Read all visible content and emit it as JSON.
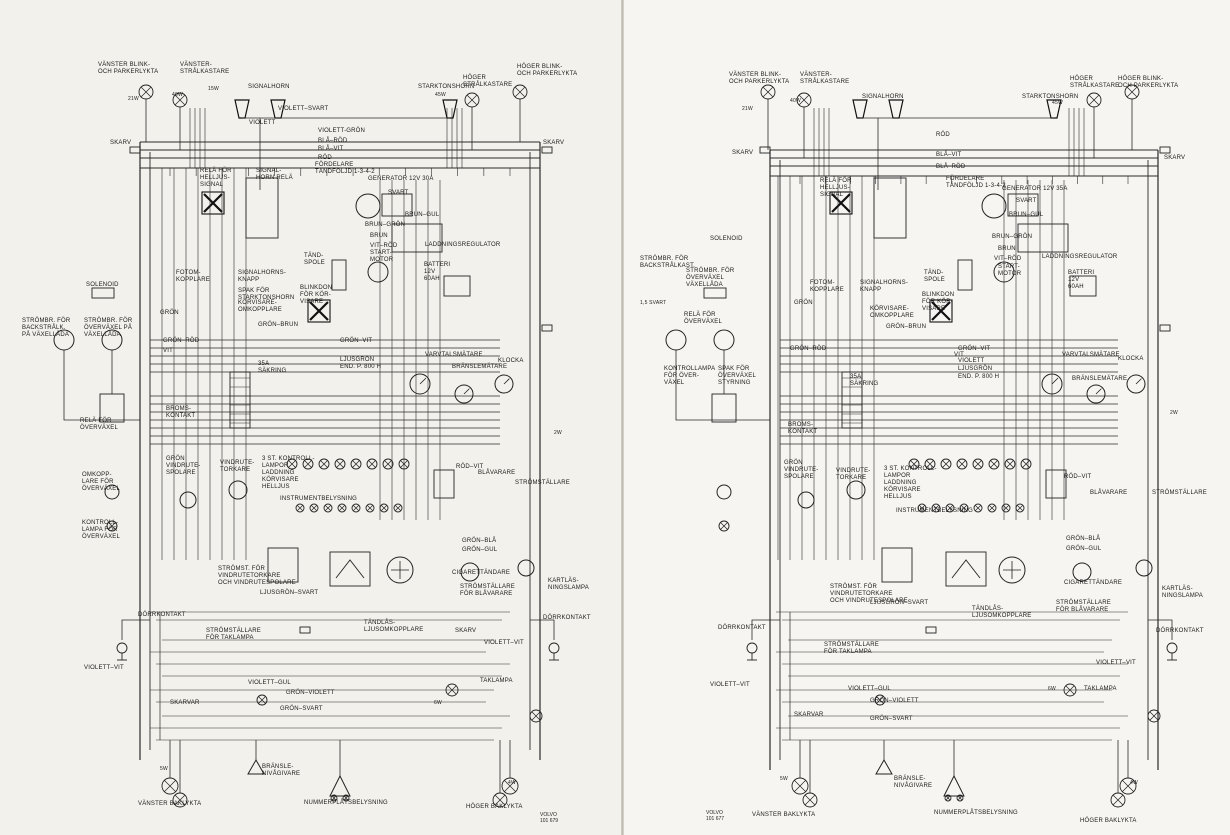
{
  "left": {
    "labels": {
      "v_blink": "VÄNSTER BLINK-\nOCH PARKERLYKTA",
      "v_stral": "VÄNSTER-\nSTRÅLKASTARE",
      "signalhorn": "SIGNALHORN",
      "starktonhorn": "STARKTONSHORN",
      "h_stral": "HÖGER\nSTRÅLKASTARE",
      "h_blink": "HÖGER BLINK-\nOCH PARKERLYKTA",
      "skarv_l": "SKARV",
      "skarv_r": "SKARV",
      "violett_svart": "VIOLETT–SVART",
      "violett": "VIOLETT",
      "violett_gron": "VIOLETT-GRÖN",
      "bla_vit": "BLÅ–VIT",
      "bla_rod": "BLÅ–RÖD",
      "rod": "RÖD",
      "rela_helljus": "RELÄ FÖR\nHELLJUS-\nSIGNAL",
      "signalhorn_rela": "SIGNAL-\nHORN RELÄ",
      "fordelare": "FÖRDELARE\nTÄNDFÖLJD 1-3-4-2",
      "generator": "GENERATOR 12V 30A",
      "svart": "SVART",
      "brun_gron": "BRUN–GRÖN",
      "brun_gul": "BRUN–GUL",
      "brun": "BRUN",
      "vit_rod": "VIT–RÖD",
      "laddningsregulator": "LADDNINGSREGULATOR",
      "tandspole": "TÄND-\nSPOLE",
      "start_motor": "START-\nMOTOR",
      "batteri": "BATTERI\n12V\n60Ah",
      "fotom": "FOTOM-\nKOPPLARE",
      "signalhorns_knapp": "SIGNALHORNS-\nKNAPP",
      "spak_starkton": "SPAK FÖR\nSTARKTONSHORN",
      "korvisare": "KÖRVISARE-\nOMKOPPLARE",
      "solenoid": "SOLENOID",
      "gron": "GRÖN",
      "gron_brun": "GRÖN–BRUN",
      "blinker_rela": "BLINKDON\nFÖR KÖR-\nVISARE",
      "strombr_backstralk": "STRÖMBR. FÖR\nBACKSTRÅLK.\nPÅ VÄXELLÅDA",
      "strombr_overvaxel": "STRÖMBR. FÖR\nÖVERVÄXEL PÅ\nVÄXELLÅDA",
      "gron_rod": "GRÖN–RÖD",
      "vit": "VIT",
      "gron_vit": "GRÖN–VIT",
      "ljusgron": "LJUSGRÖN",
      "end_p": "END. P. 800 H",
      "varvtalsmatare": "VARVTALSMÄTARE",
      "klocka": "KLOCKA",
      "bransle_matare": "BRÄNSLEMÄTARE",
      "sakring": "35A\nSÄKRING",
      "rela_overvaxel": "RELÄ FÖR\nÖVERVÄXEL",
      "broms_kontakt": "BROMS-\nKONTAKT",
      "gron_vindrute": "GRÖN\nVINDRUTE-\nSPOLARE",
      "vindrute_torkare": "VINDRUTE-\nTORKARE",
      "kontrollampor": "3 ST. KONTROLL-\nLAMPOR\nLADDNING\nKÖRVISARE\nHELLJUS",
      "instrumentbelysning": "INSTRUMENTBELYSNING",
      "omkopplare_overvaxel": "OMKOPP-\nLARE FÖR\nÖVERVÄXEL",
      "kontrollampa_overvaxel": "KONTROLL-\nLAMPA FÖR\nÖVERVÄXEL",
      "rod_vit": "RÖD–VIT",
      "blavarare": "BLÅVARARE",
      "stromstallare_r": "STRÖMSTÄLLARE",
      "gron_gul": "GRÖN–GUL",
      "gron_bla": "GRÖN–BLÅ",
      "cigarettandare": "CIGARETTÄNDARE",
      "kartlas": "KARTLÄS-\nNINGSLAMPA",
      "stromst_vindrute": "STRÖMST. FÖR\nVINDRUTETORKARE\nOCH VINDRUTESPOLARE",
      "ljusgron_svart": "LJUSGRÖN–SVART",
      "tandlas": "TÄNDLÅS-\nLJUSOMKOPPLARE",
      "stromst_blavarare": "STRÖMSTÄLLARE\nFÖR BLÅVARARE",
      "skarv_mid": "SKARV",
      "dorrkontakt_l": "DÖRRKONTAKT",
      "stromst_taklampa": "STRÖMSTÄLLARE\nFÖR TAKLAMPA",
      "violett_vit": "VIOLETT–VIT",
      "violett_vit_r": "VIOLETT–VIT",
      "dorrkontakt_r": "DÖRRKONTAKT",
      "taklampa": "TAKLAMPA",
      "violett_gul": "VIOLETT–GUL",
      "gron_violett": "GRÖN–VIOLETT",
      "gron_svart": "GRÖN–SVART",
      "skarvar": "SKARVAR",
      "bransle_nivagivare": "BRÄNSLE-\nNIVÅGIVARE",
      "nummerplats": "NUMMERPLÅTSBELYSNING",
      "v_baklykta": "VÄNSTER BAKLYKTA",
      "h_baklykta": "HÖGER BAKLYKTA",
      "w21": "21W",
      "w40": "40W",
      "w45": "45W",
      "w6": "6W",
      "w2": "2W",
      "w5": "5W",
      "w4": "4W",
      "w15": "15W"
    },
    "footer": "VOLVO\n101 679"
  },
  "right": {
    "labels": {
      "v_blink": "VÄNSTER BLINK-\nOCH PARKERLYKTA",
      "v_stral": "VÄNSTER-\nSTRÅLKASTARE",
      "signalhorn": "SIGNALHORN",
      "starktonhorn": "STARKTONSHORN",
      "h_stral": "HÖGER\nSTRÅLKASTARE",
      "h_blink": "HÖGER BLINK-\nOCH PARKERLYKTA",
      "skarv_l": "SKARV",
      "skarv_r": "SKARV",
      "rod": "RÖD",
      "bla_vit": "BLÅ–VIT",
      "bla_rod": "BLÅ–RÖD",
      "rela_helljus": "RELÄ FÖR\nHELLJUS-\nSIGNAL",
      "fordelare": "FÖRDELARE\nTÄNDFÖLJD 1-3-4-2",
      "generator": "GENERATOR 12V 35A",
      "svart": "SVART",
      "brun_gul": "BRUN–GUL",
      "brun_gron": "BRUN–GRÖN",
      "brun": "BRUN",
      "vit_rod": "VIT–RÖD",
      "laddningsregulator": "LADDNINGSREGULATOR",
      "tandspole": "TÄND-\nSPOLE",
      "start_motor": "START-\nMOTOR",
      "batteri": "BATTERI\n12V\n60Ah",
      "solenoid": "SOLENOID",
      "strombr_backstralk": "STRÖMBR. FÖR\nBACKSTRÅLKAST.",
      "strombr_overvaxel": "STRÖMBR. FÖR\nÖVERVÄXEL\nVÄXELLÅDA",
      "fotom": "FOTOM-\nKOPPLARE",
      "signalhorns_knapp": "SIGNALHORNS-\nKNAPP",
      "korvisare": "KÖRVISARE-\nOMKOPPLARE",
      "gron_brun": "GRÖN–BRUN",
      "blinker_rela": "BLINKDON\nFÖR KÖR-\nVISARE",
      "rela_overvaxel": "RELÄ FÖR\nÖVERVÄXEL",
      "w15_svart": "1,5 SVART",
      "kontrollampa_overvaxel": "KONTROLLAMPA\nFÖR ÖVER-\nVÄXEL",
      "spak_overvaxel": "SPAK FÖR\nÖVERVÄXEL\nSTYRNING",
      "gron": "GRÖN",
      "gron_rod": "GRÖN–RÖD",
      "vit": "VIT",
      "gron_vit": "GRÖN–VIT",
      "violett": "VIOLETT",
      "ljusgron": "LJUSGRÖN",
      "end_p": "END. P. 800 H",
      "varvtalsmatare": "VARVTALSMÄTARE",
      "klocka": "KLOCKA",
      "bransle_matare": "BRÄNSLEMÄTARE",
      "sakring": "35A\nSÄKRING",
      "broms_kontakt": "BROMS-\nKONTAKT",
      "gron_vindrute": "GRÖN\nVINDRUTE-\nSPOLARE",
      "vindrute_torkare": "VINDRUTE-\nTORKARE",
      "kontrollampor": "3 ST. KONTROLL-\nLAMPOR\nLADDNING\nKÖRVISARE\nHELLJUS",
      "instrumentbelysning": "INSTRUMENTBELYSNING",
      "rod_vit": "RÖD–VIT",
      "blavarare": "BLÅVARARE",
      "stromstallare_r": "STRÖMSTÄLLARE",
      "gron_gul": "GRÖN–GUL",
      "gron_bla": "GRÖN–BLÅ",
      "cigarettandare": "CIGARETTÄNDARE",
      "kartlas": "KARTLÄS-\nNINGSLAMPA",
      "stromst_vindrute": "STRÖMST. FÖR\nVINDRUTETORKARE\nOCH VINDRUTESPOLARE",
      "ljusgron_svart": "LJUSGRÖN–SVART",
      "tandlas": "TÄNDLÅS-\nLJUSOMKOPPLARE",
      "stromst_blavarare": "STRÖMSTÄLLARE\nFÖR BLÅVARARE",
      "dorrkontakt_l": "DÖRRKONTAKT",
      "stromst_taklampa": "STRÖMSTÄLLARE\nFÖR TAKLAMPA",
      "violett_vit_l": "VIOLETT–VIT",
      "violett_vit_r": "VIOLETT–VIT",
      "dorrkontakt_r": "DÖRRKONTAKT",
      "taklampa": "TAKLAMPA",
      "violett_gul": "VIOLETT–GUL",
      "gron_violett": "GRÖN–VIOLETT",
      "gron_svart": "GRÖN–SVART",
      "skarvar": "SKARVAR",
      "bransle_nivagivare": "BRÄNSLE-\nNIVÅGIVARE",
      "nummerplats": "NUMMERPLÅTSBELYSNING",
      "v_baklykta": "VÄNSTER BAKLYKTA",
      "h_baklykta": "HÖGER BAKLYKTA",
      "w21": "21W",
      "w40": "40W",
      "w45": "45W",
      "w6": "6W",
      "w2": "2W",
      "w5": "5W",
      "w4": "4W"
    },
    "footer": "VOLVO\n101 677"
  }
}
